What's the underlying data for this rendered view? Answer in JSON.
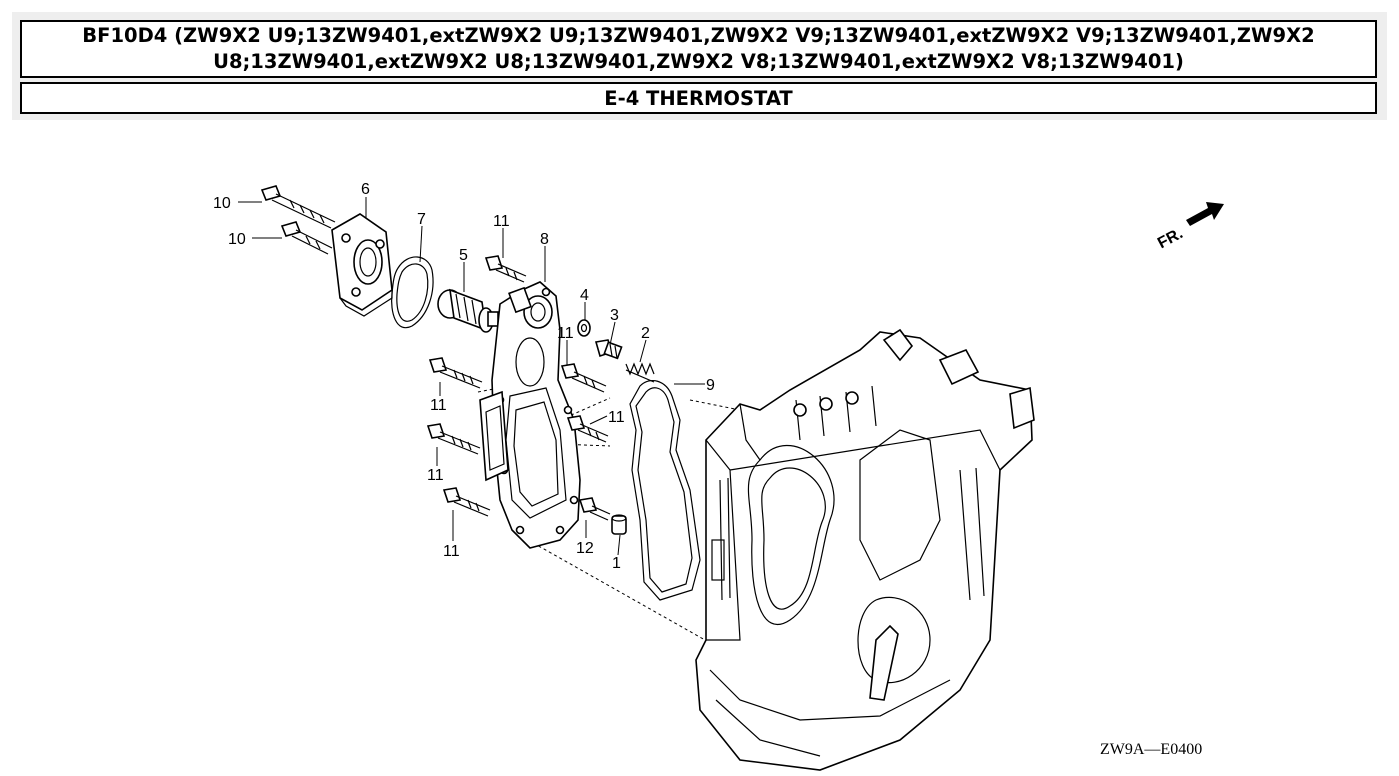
{
  "header": {
    "model_title": "BF10D4 (ZW9X2 U9;13ZW9401,extZW9X2 U9;13ZW9401,ZW9X2 V9;13ZW9401,extZW9X2 V9;13ZW9401,ZW9X2 U8;13ZW9401,extZW9X2 U8;13ZW9401,ZW9X2 V8;13ZW9401,extZW9X2 V8;13ZW9401)",
    "section_title": "E-4 THERMOSTAT"
  },
  "diagram": {
    "front_indicator": "FR.",
    "drawing_reference": "ZW9A—E0400",
    "callouts": {
      "c10a": "10",
      "c10b": "10",
      "c6": "6",
      "c7": "7",
      "c5": "5",
      "c11_top": "11",
      "c8": "8",
      "c4": "4",
      "c3": "3",
      "c2": "2",
      "c11_mid": "11",
      "c9": "9",
      "c11_left1": "11",
      "c11_right": "11",
      "c11_left2": "11",
      "c11_left3": "11",
      "c12": "12",
      "c1": "1"
    }
  }
}
